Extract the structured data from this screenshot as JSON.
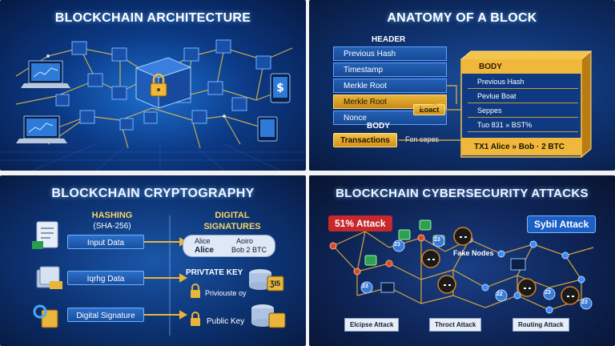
{
  "panels": {
    "architecture": {
      "title": "BLOCKCHAIN ARCHITECTURE"
    },
    "anatomy": {
      "title": "ANATOMY OF A BLOCK",
      "header_label": "HEADER",
      "header_rows": [
        "Previous Hash",
        "Timestamp",
        "Merkle Root",
        "Merkle Root",
        "Nonce"
      ],
      "body_label": "BODY",
      "transactions_label": "Transactions",
      "link_label": "Fon sepes",
      "eoact_label": "Eoact",
      "gold_block": {
        "title": "BODY",
        "rows": [
          "Previous Hash",
          "Pevlue Boat",
          "Seppes",
          "Tuo 831 » BST%"
        ],
        "tx": "TX1 Alice » Bob · 2 BTC"
      }
    },
    "cryptography": {
      "title": "BLOCKCHAIN CRYPTOGRAPHY",
      "hashing_label": "HASHING",
      "hashing_sub": "(SHA-256)",
      "signatures_label": "DIGITAL",
      "signatures_sub": "SIGNATURES",
      "left_boxes": [
        "Input Data",
        "Iqrhg Data",
        "Digital Signature"
      ],
      "bubble": {
        "line1": "Alice",
        "line2": "Alice",
        "line3": "Aoiro",
        "line4": "Bob 2 BTC"
      },
      "private_key": "PRIVTATE KEY",
      "private_sub": "Priviouste oy",
      "public_key": "Public Key",
      "badge": "ƷI5"
    },
    "attacks": {
      "title": "BLOCKCHAIN CYBERSECURITY ATTACKS",
      "attack_51": "51% Attack",
      "sybil": "Sybil Attack",
      "fake_nodes": "Fake Nodes",
      "footer": [
        "Elcipse Attack",
        "Throct Attack",
        "Routing Attack"
      ],
      "node_numbers": [
        "23",
        "23",
        "23",
        "22",
        "23",
        "23"
      ]
    }
  },
  "colors": {
    "accent_gold": "#e9b53a",
    "accent_red": "#c6282b",
    "accent_blue": "#1b5fc4"
  }
}
